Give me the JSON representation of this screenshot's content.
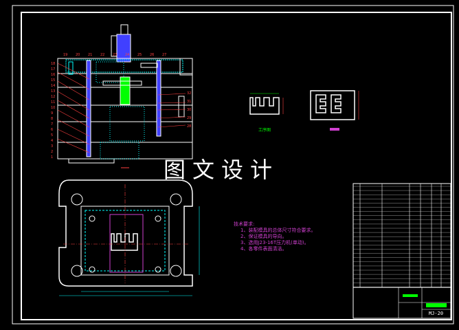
{
  "watermark": "图文设计",
  "views": {
    "part_label": "工序图",
    "left_index_numbers": [
      "18",
      "17",
      "16",
      "15",
      "14",
      "13",
      "12",
      "11",
      "10",
      "9",
      "8",
      "7",
      "6",
      "5",
      "4",
      "3",
      "2",
      "1"
    ],
    "top_index_numbers": [
      "19",
      "20",
      "21",
      "22",
      "23",
      "24",
      "25",
      "26",
      "27"
    ],
    "right_index_numbers": [
      "32",
      "31",
      "30",
      "29",
      "28"
    ]
  },
  "notes": {
    "title": "技术要求:",
    "items": [
      "1、装配模具的总体尺寸符合要求。",
      "2、保证模具的导向。",
      "3、选用J23-16T压力机(单动)。",
      "4、各零件表面清洁。"
    ]
  },
  "title_block": {
    "drawing_number": "MJ-20"
  },
  "colors": {
    "background": "#000000",
    "frame": "#ffffff",
    "line_primary": "#ffffff",
    "line_secondary": "#00ffff",
    "section_hatch": "#00ffff",
    "part_profile": "#d040d0",
    "dimension": "#ff4040",
    "fill_blue": "#4040ff",
    "highlight_green": "#00ff00"
  }
}
